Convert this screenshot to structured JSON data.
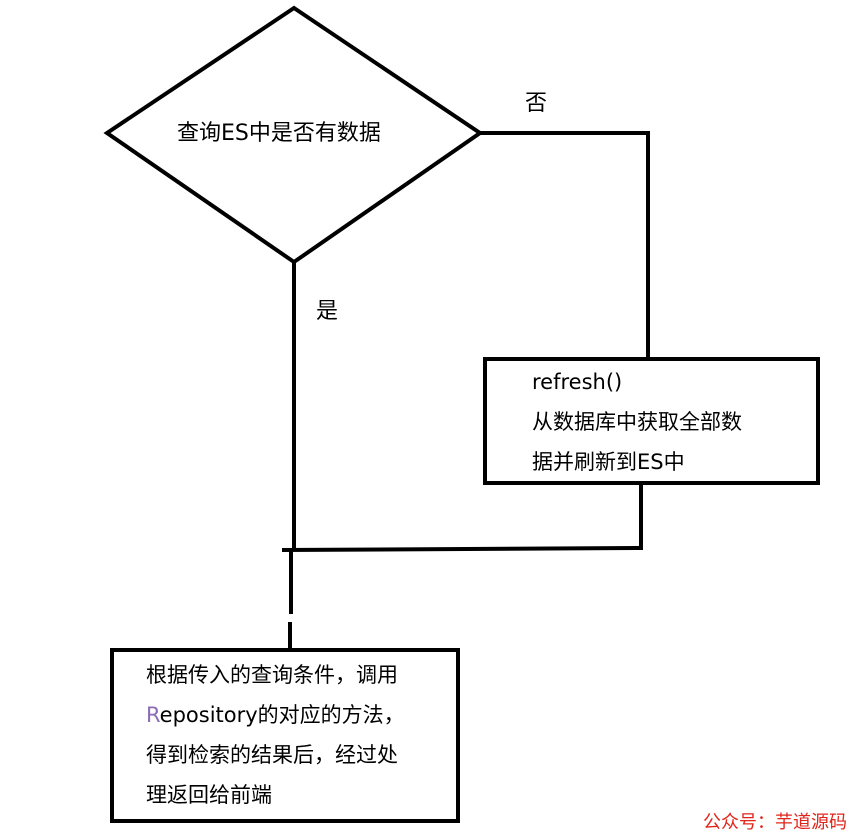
{
  "decision": {
    "text": "查询ES中是否有数据"
  },
  "branch_no": {
    "label": "否"
  },
  "branch_yes": {
    "label": "是"
  },
  "refresh_box": {
    "lines": [
      "refresh()",
      "从数据库中获取全部数",
      "据并刷新到ES中"
    ]
  },
  "query_box": {
    "line1": "根据传入的查询条件，调用",
    "line2_first": "R",
    "line2_rest": "epository的对应的方法，",
    "line3": "得到检索的结果后，经过处",
    "line4": "理返回给前端"
  },
  "watermark": {
    "text": "公众号：芋道源码"
  },
  "colors": {
    "stroke": "#000000",
    "accent_r": "#8e6bb5",
    "watermark": "#e0241b"
  }
}
